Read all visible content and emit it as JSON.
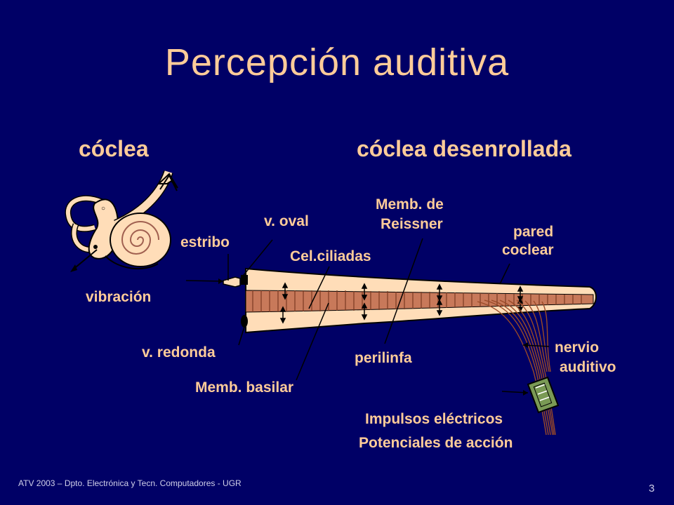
{
  "slide": {
    "title": "Percepción auditiva",
    "subtitles": {
      "left": "cóclea",
      "right": "cóclea desenrollada"
    },
    "labels": {
      "vibracion": "vibración",
      "estribo": "estribo",
      "v_oval": "v. oval",
      "cel_ciliadas": "Cel.ciliadas",
      "memb_reissner_1": "Memb. de",
      "memb_reissner_2": "Reissner",
      "pared_coclear_1": "pared",
      "pared_coclear_2": "coclear",
      "v_redonda": "v. redonda",
      "memb_basilar": "Memb. basilar",
      "perilinfa": "perilinfa",
      "nervio_1": "nervio",
      "nervio_2": "auditivo",
      "impulsos": "Impulsos eléctricos",
      "potenciales": "Potenciales de acción"
    },
    "footer": "ATV 2003 – Dpto. Electrónica y Tecn. Computadores - UGR",
    "page_number": "3",
    "colors": {
      "background": "#000066",
      "text": "#FFCC99",
      "cochlea_fill": "#FFDDB8",
      "membrane": "#C8795A"
    }
  }
}
